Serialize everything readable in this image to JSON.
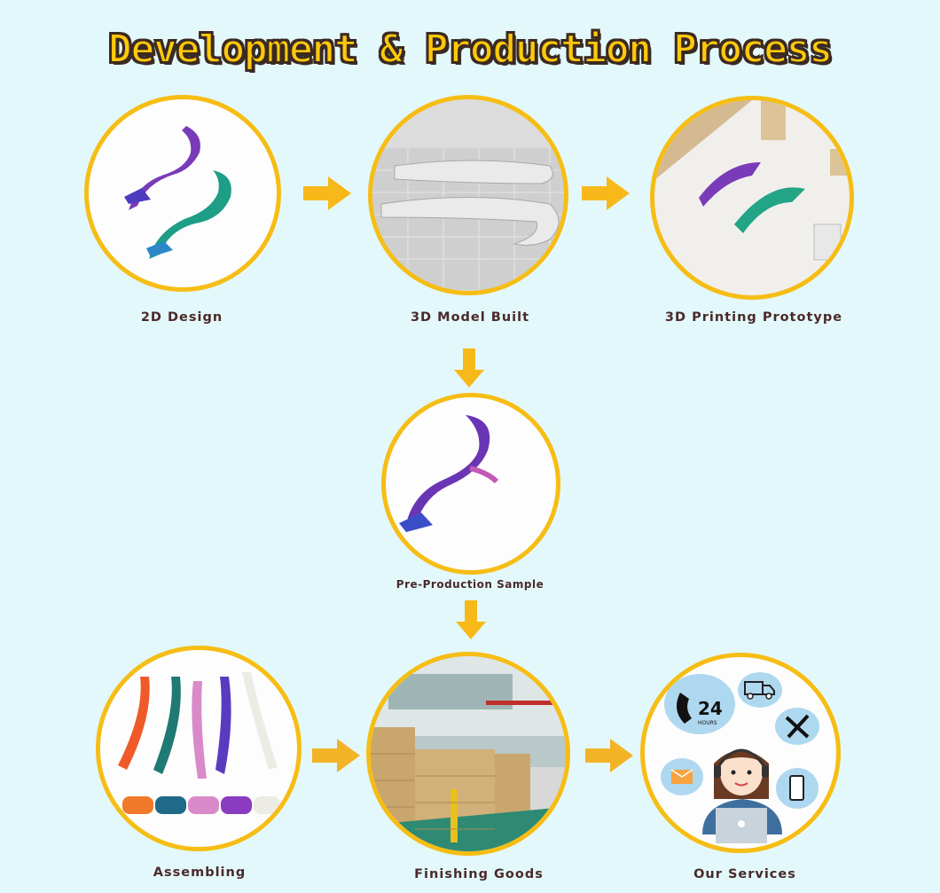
{
  "title": "Development & Production Process",
  "colors": {
    "background": "#e3f8fa",
    "ring": "#f6bd15",
    "arrow": "#f7b91a",
    "title_fill": "#ffc90a",
    "title_outline": "#3b2a22",
    "label_text": "#4a2a2a"
  },
  "steps": [
    {
      "id": "2d-design",
      "label": "2D Design",
      "image": "two-dragons-purple-green"
    },
    {
      "id": "3d-model",
      "label": "3D Model Built",
      "image": "grey-3d-dragon-models-on-grid"
    },
    {
      "id": "3d-printing",
      "label": "3D Printing Prototype",
      "image": "dragons-on-white-desk"
    },
    {
      "id": "pre-production",
      "label": "Pre-Production Sample",
      "image": "purple-blue-dragon"
    },
    {
      "id": "assembling",
      "label": "Assembling",
      "image": "five-colored-dragons"
    },
    {
      "id": "finishing",
      "label": "Finishing Goods",
      "image": "warehouse-boxes"
    },
    {
      "id": "services",
      "label": "Our Services",
      "image": "customer-service-agent"
    }
  ],
  "services_icons": {
    "phone_text": "24",
    "phone_subtext": "HOURS"
  },
  "flow": [
    {
      "from": "2d-design",
      "to": "3d-model",
      "direction": "right"
    },
    {
      "from": "3d-model",
      "to": "3d-printing",
      "direction": "right"
    },
    {
      "from": "3d-model",
      "to": "pre-production",
      "direction": "down"
    },
    {
      "from": "pre-production",
      "to": "finishing",
      "direction": "down"
    },
    {
      "from": "assembling",
      "to": "finishing",
      "direction": "right"
    },
    {
      "from": "finishing",
      "to": "services",
      "direction": "right"
    }
  ]
}
